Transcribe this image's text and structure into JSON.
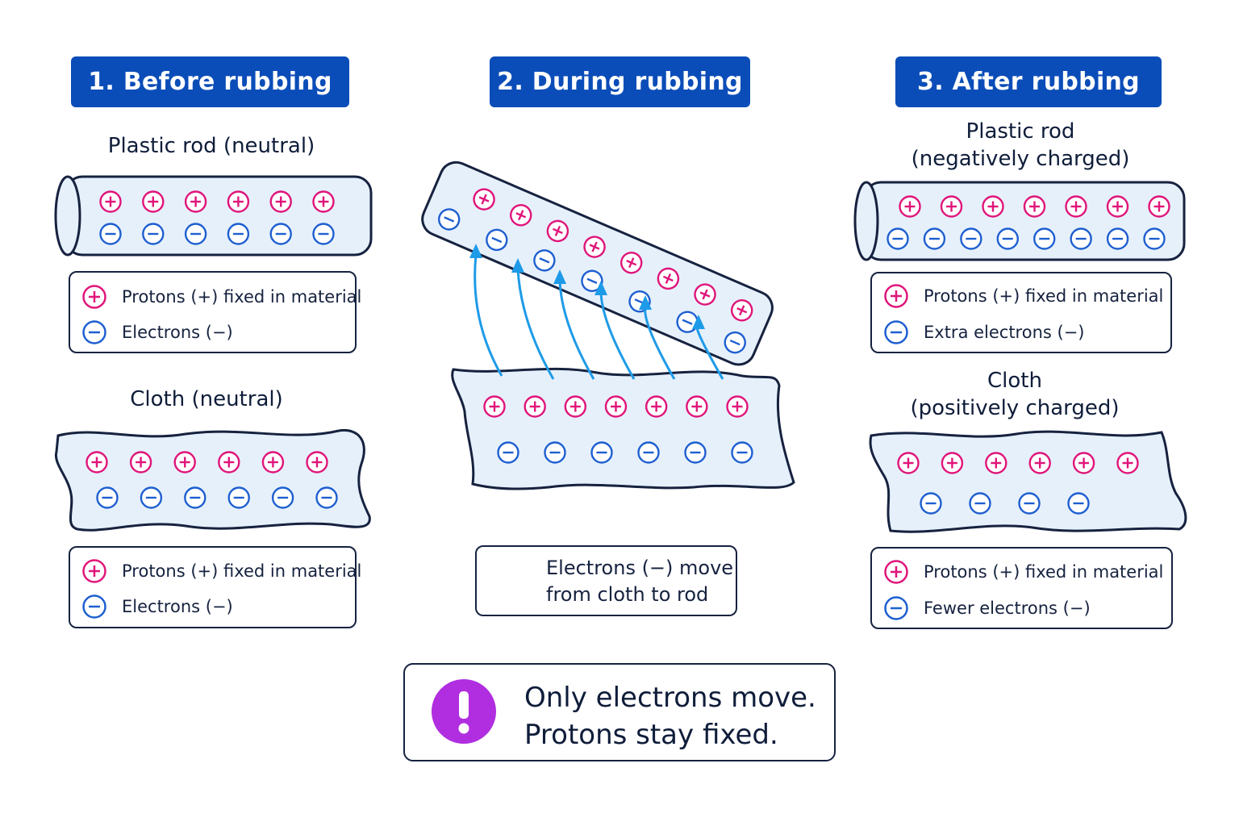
{
  "stages": [
    {
      "title": "1. Before rubbing",
      "rod_caption": "Plastic rod (neutral)",
      "rod_legend": {
        "protons": "Protons (+) fixed in material",
        "electrons": "Electrons (−)"
      },
      "cloth_caption": "Cloth (neutral)",
      "cloth_legend": {
        "protons": "Protons (+) fixed in material",
        "electrons": "Electrons (−)"
      }
    },
    {
      "title": "2. During rubbing",
      "arrow_legend": {
        "line1": "Electrons (−) move",
        "line2": "from cloth to rod"
      }
    },
    {
      "title": "3. After rubbing",
      "rod_caption_line1": "Plastic rod",
      "rod_caption_line2": "(negatively charged)",
      "rod_legend": {
        "protons": "Protons (+) fixed in material",
        "electrons": "Extra electrons (−)"
      },
      "cloth_caption_line1": "Cloth",
      "cloth_caption_line2": "(positively charged)",
      "cloth_legend": {
        "protons": "Protons (+) fixed in material",
        "electrons": "Fewer electrons (−)"
      }
    }
  ],
  "note": {
    "icon": "exclamation-icon",
    "line1": "Only electrons move.",
    "line2": "Protons stay fixed."
  },
  "colors": {
    "header": "#0b4db8",
    "proton": "#e0157a",
    "electron": "#1e5fd0",
    "arrow": "#1e9be8",
    "material_fill": "#e6f0fb",
    "outline": "#16223f",
    "note_icon": "#b02ee0"
  },
  "particle_counts": {
    "before_rod": {
      "protons": 6,
      "electrons": 6
    },
    "before_cloth": {
      "protons": 6,
      "electrons": 6
    },
    "during_rod": {
      "protons": 8,
      "electrons": 7
    },
    "during_cloth": {
      "protons": 7,
      "electrons": 6
    },
    "after_rod": {
      "protons": 7,
      "electrons": 8
    },
    "after_cloth": {
      "protons": 6,
      "electrons": 4
    }
  }
}
